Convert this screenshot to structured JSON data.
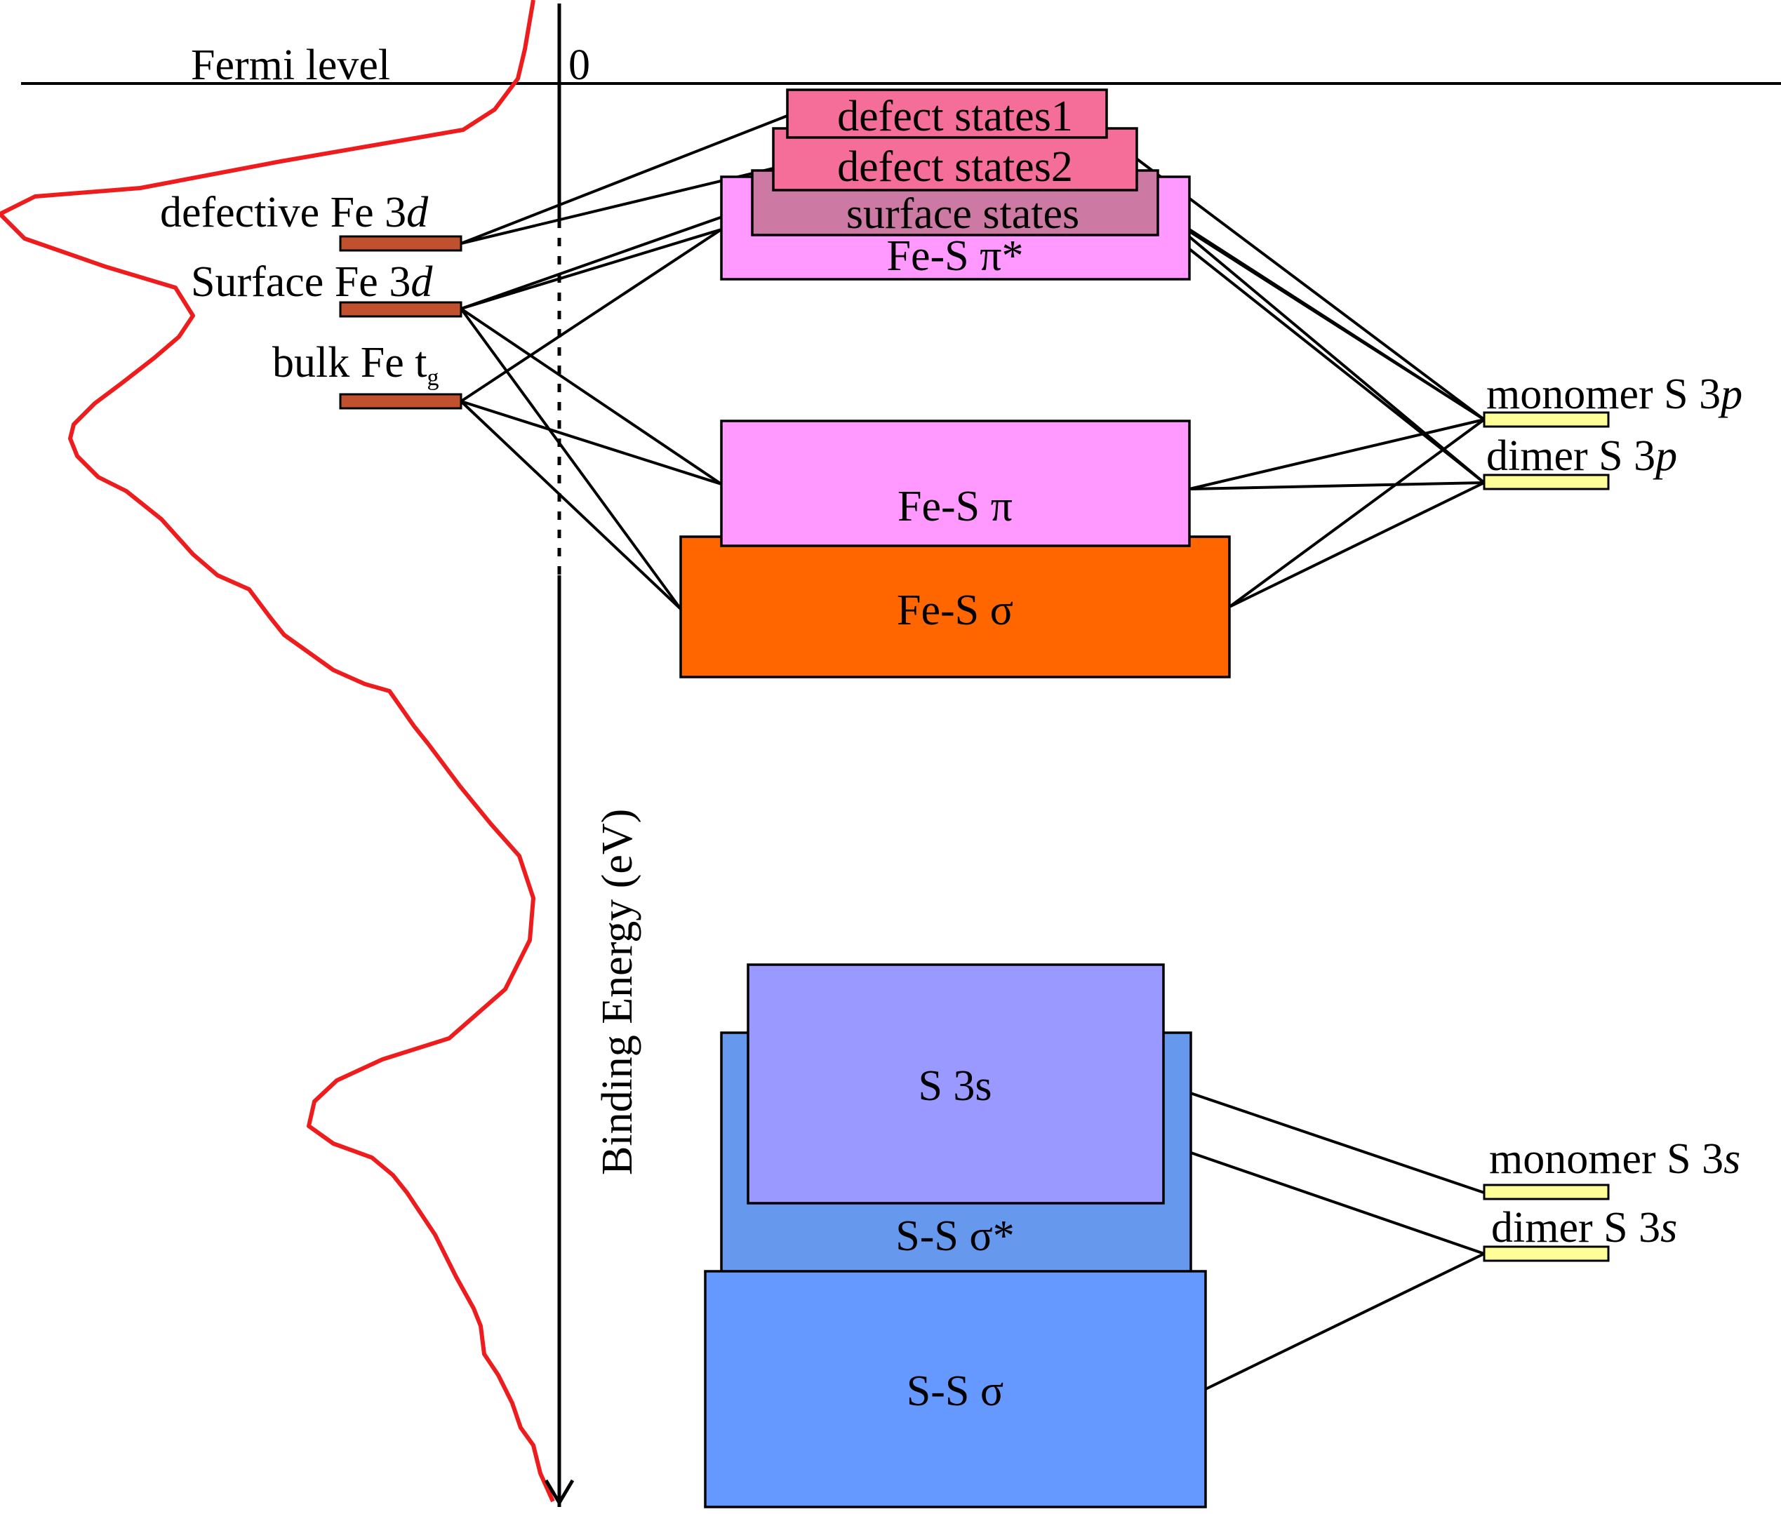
{
  "fermi_label": "Fermi level",
  "zero_label": "0",
  "axis_label": "Binding Energy (eV)",
  "fe_levels": {
    "defective": {
      "text": "defective Fe 3",
      "italic": "d"
    },
    "surface": {
      "text": "Surface Fe 3",
      "italic": "d"
    },
    "bulk": {
      "text": "bulk Fe t",
      "sub": "g"
    }
  },
  "bands": {
    "defect1": "defect states1",
    "defect2": "defect states2",
    "surface_states": "surface states",
    "fes_pistar": "Fe-S π*",
    "fes_pi": "Fe-S π",
    "fes_sigma": "Fe-S σ",
    "s3s": "S 3s",
    "ss_sigmastar": "S-S σ*",
    "ss_sigma": "S-S σ"
  },
  "s_levels": {
    "mono_p": {
      "text": "monomer S 3",
      "italic": "p"
    },
    "dimer_p": {
      "text": "dimer S 3",
      "italic": "p"
    },
    "mono_s": {
      "text": "monomer S 3",
      "italic": "s"
    },
    "dimer_s": {
      "text": "dimer S 3",
      "italic": "s"
    }
  },
  "colors": {
    "dos_curve": "#ee1c1c",
    "fe_level": "#c0502e",
    "s_level": "#ffff99",
    "defect_states": "#f56e9a",
    "surface_states": "#cc7aa3",
    "fes_pi": "#ff99ff",
    "fes_sigma": "#ff6600",
    "s3s": "#9999ff",
    "ss_sigmastar": "#6699ee",
    "ss_sigma": "#6699ff"
  }
}
